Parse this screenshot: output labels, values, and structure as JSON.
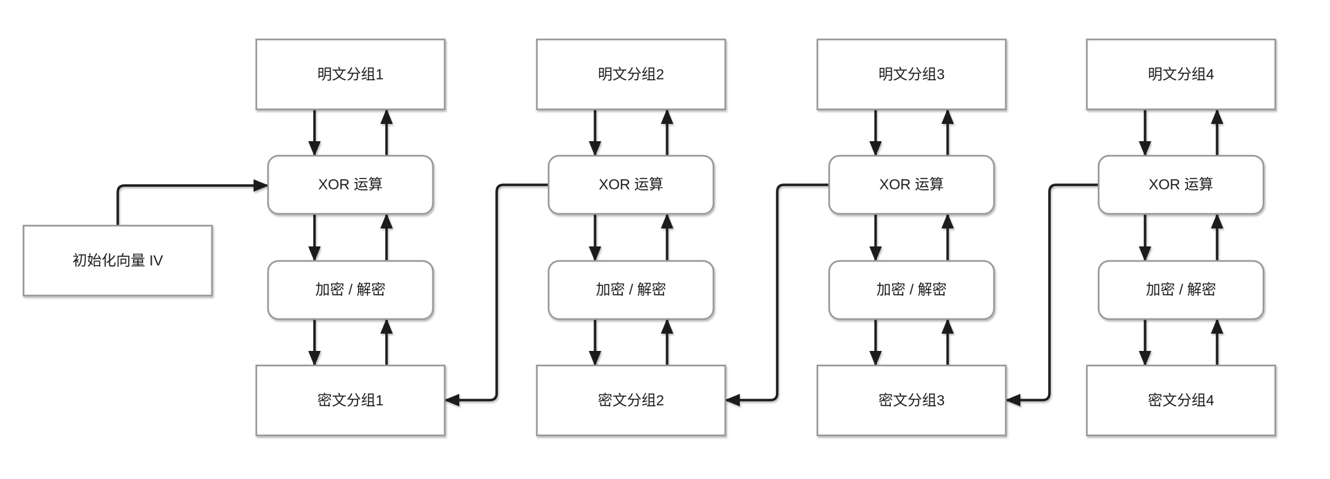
{
  "diagram": {
    "iv_label": "初始化向量 IV",
    "columns": [
      {
        "plaintext": "明文分组1",
        "xor": "XOR 运算",
        "encrypt": "加密 / 解密",
        "ciphertext": "密文分组1"
      },
      {
        "plaintext": "明文分组2",
        "xor": "XOR 运算",
        "encrypt": "加密 / 解密",
        "ciphertext": "密文分组2"
      },
      {
        "plaintext": "明文分组3",
        "xor": "XOR 运算",
        "encrypt": "加密 / 解密",
        "ciphertext": "密文分组3"
      },
      {
        "plaintext": "明文分组4",
        "xor": "XOR 运算",
        "encrypt": "加密 / 解密",
        "ciphertext": "密文分组4"
      }
    ],
    "colors": {
      "connector": "#1a1a1a",
      "box_border": "#999999",
      "box_fill": "#ffffff",
      "text_color": "#1a1a1a",
      "background": "#ffffff"
    }
  }
}
